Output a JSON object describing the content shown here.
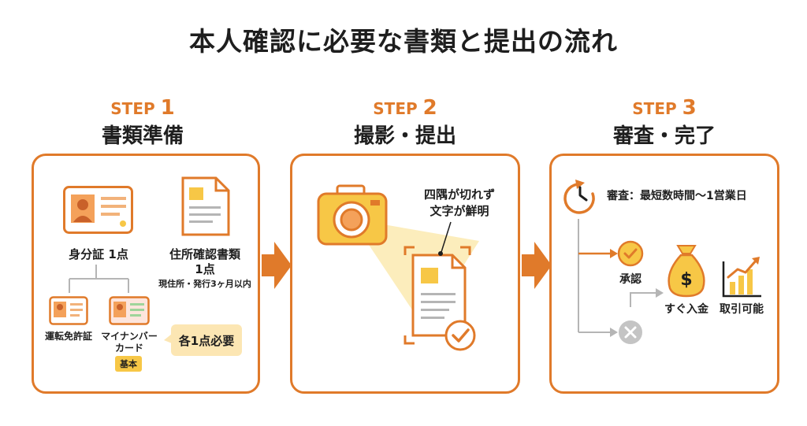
{
  "title": "本人確認に必要な書類と提出の流れ",
  "colors": {
    "accent": "#e07a2a",
    "yellow": "#f7c746",
    "light": "#fce6b3",
    "gray": "#b5b5b5"
  },
  "steps": [
    {
      "label": "STEP",
      "num": "1",
      "name": "書類準備",
      "id_doc": "身分証 1点",
      "address_doc": "住所確認書類",
      "address_count": "1点",
      "address_note": "現住所・発行3ヶ月以内",
      "license": "運転免許証",
      "mynumber_line1": "マイナンバー",
      "mynumber_line2": "カード",
      "basic_badge": "基本",
      "each_note": "各1点必要"
    },
    {
      "label": "STEP",
      "num": "2",
      "name": "撮影・提出",
      "callout_line1": "四隅が切れず",
      "callout_line2": "文字が鮮明"
    },
    {
      "label": "STEP",
      "num": "3",
      "name": "審査・完了",
      "review": "審査：最短数時間〜1営業日",
      "approve": "承認",
      "deposit": "すぐ入金",
      "trade": "取引可能"
    }
  ]
}
